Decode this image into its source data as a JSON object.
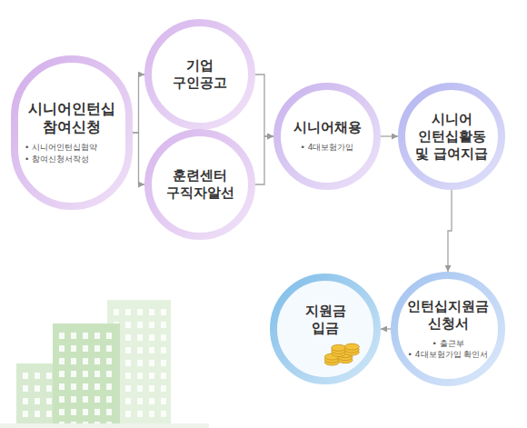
{
  "diagram": {
    "nodes": [
      {
        "text": [
          "시니어인턴십 참여신청",
          "• 시니어인턴십협약",
          "• 참여신청서작성"
        ]
      },
      {
        "text": [
          "기업 구인공고"
        ]
      },
      {
        "text": [
          "훈련센터 구직자알선"
        ]
      },
      {
        "text": [
          "시니어채용",
          "• 4대보험가입"
        ]
      },
      {
        "text": [
          "시니어 인턴십활동 및 급여지급"
        ]
      },
      {
        "text": [
          "인턴십지원금 신청서",
          "• 출근부",
          "• 4대보험가입 확인서"
        ]
      },
      {
        "text": [
          "지원금 입금"
        ]
      }
    ],
    "edges": [
      {
        "from": 0,
        "to": 1,
        "arrow": "to"
      },
      {
        "from": 0,
        "to": 2,
        "arrow": "to"
      },
      {
        "from": 1,
        "to": 3,
        "arrow": "to"
      },
      {
        "from": 2,
        "to": 3,
        "arrow": "to"
      },
      {
        "from": 3,
        "to": 4,
        "arrow": "to"
      },
      {
        "from": 4,
        "to": 5,
        "arrow": "to"
      },
      {
        "from": 5,
        "to": 6,
        "arrow": "to"
      }
    ]
  }
}
